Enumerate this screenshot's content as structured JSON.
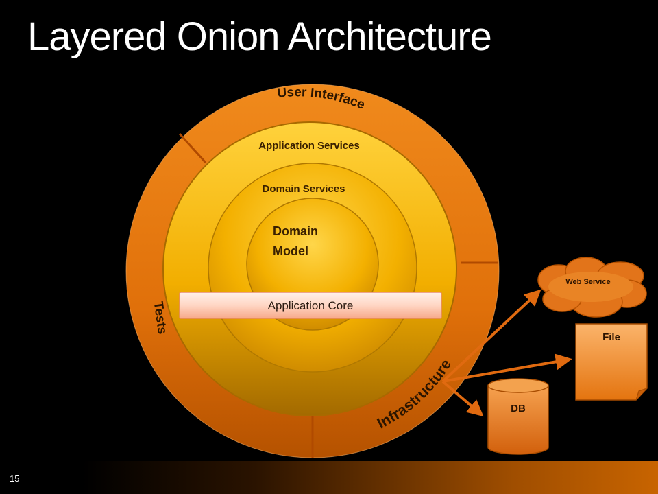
{
  "slide": {
    "title": "Layered Onion Architecture",
    "number": "15"
  },
  "rings": {
    "outer_top": "User Interface",
    "outer_left": "Tests",
    "outer_right": "Infrastructure",
    "application_services": "Application Services",
    "domain_services": "Domain Services",
    "domain_model_line1": "Domain",
    "domain_model_line2": "Model"
  },
  "core_bar": "Application Core",
  "externals": {
    "web_service": "Web Service",
    "file": "File",
    "db": "DB"
  },
  "colors": {
    "outer_ring": "#e9780c",
    "inner_gold": "#f5b800",
    "arrow": "#e06a10",
    "background": "#000000"
  }
}
